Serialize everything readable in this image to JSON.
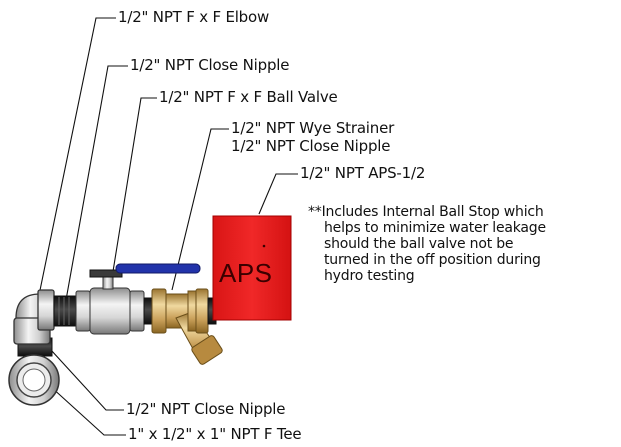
{
  "labels": {
    "elbow": "1/2\" NPT F x F Elbow",
    "close_nipple_top": "1/2\" NPT Close Nipple",
    "ball_valve": "1/2\" NPT F x F Ball Valve",
    "wye_strainer": "1/2\" NPT Wye Strainer",
    "close_nipple_mid": "1/2\" NPT Close Nipple",
    "aps": "1/2\" NPT APS-1/2",
    "close_nipple_bottom": "1/2\" NPT Close Nipple",
    "tee": "1\" x 1/2\" x 1\" NPT F Tee"
  },
  "note": {
    "line1": "**Includes Internal Ball Stop which",
    "line2": "helps to minimize water leakage",
    "line3": "should the ball valve not be",
    "line4": "turned in the off position during",
    "line5": "hydro testing"
  },
  "aps_box": {
    "text": "APS",
    "color": "#ec1c1c"
  },
  "colors": {
    "valve_handle": "#2233aa",
    "brass": "#c9a05a",
    "steel": "#c9c9c9",
    "black_fitting": "#1e1e1e"
  }
}
